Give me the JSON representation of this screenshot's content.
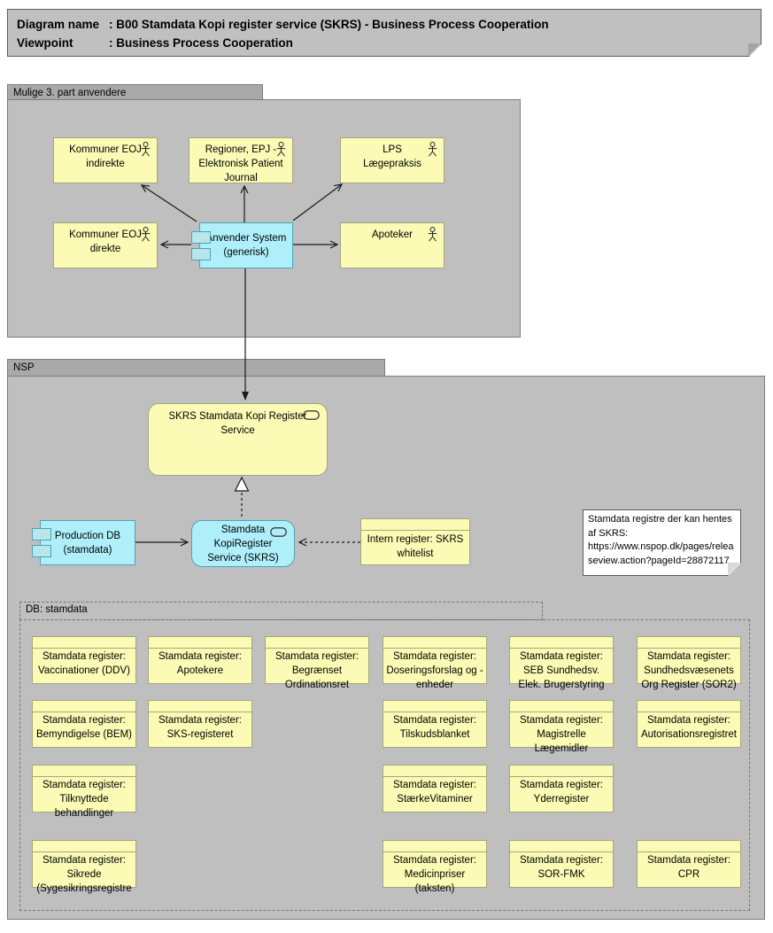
{
  "header": {
    "separator": ":",
    "rows": [
      {
        "label": "Diagram name",
        "value": "B00 Stamdata Kopi register service (SKRS) - Business Process Cooperation"
      },
      {
        "label": "Viewpoint",
        "value": "Business Process Cooperation"
      }
    ]
  },
  "groups": {
    "third_party": "Mulige 3. part anvendere",
    "nsp": "NSP",
    "db": "DB: stamdata"
  },
  "nodes": {
    "kommuner_indirekte": "Kommuner EOJ indirekte",
    "regioner": "Regioner, EPJ - Elektronisk Patient Journal",
    "lps": "LPS Lægepraksis",
    "kommuner_direkte": "Kommuner EOJ direkte",
    "anvender_system": "Anvender System (generisk)",
    "apoteker": "Apoteker",
    "skrs_service": "SKRS Stamdata Kopi Register Service",
    "production_db": "Production DB (stamdata)",
    "kopi_register": "Stamdata KopiRegister Service (SKRS)",
    "intern_register": "Intern register: SKRS whitelist"
  },
  "note": "Stamdata registre der kan hentes af SKRS: https://www.nspop.dk/pages/releaseview.action?pageId=28872117",
  "register_prefix": "Stamdata register:",
  "registers": [
    {
      "name": "Vaccinationer (DDV)",
      "row": 0,
      "col": 0
    },
    {
      "name": "Apotekere",
      "row": 0,
      "col": 1
    },
    {
      "name": "Begrænset Ordinationsret",
      "row": 0,
      "col": 2
    },
    {
      "name": "Doseringsforslag og -enheder",
      "row": 0,
      "col": 3
    },
    {
      "name": "SEB Sundhedsv. Elek. Brugerstyring",
      "row": 0,
      "col": 4
    },
    {
      "name": "Sundhedsvæsenets Org Register (SOR2)",
      "row": 0,
      "col": 5
    },
    {
      "name": "Bemyndigelse (BEM)",
      "row": 1,
      "col": 0
    },
    {
      "name": "SKS-registeret",
      "row": 1,
      "col": 1
    },
    {
      "name": "Tilskudsblanket",
      "row": 1,
      "col": 3
    },
    {
      "name": "Magistrelle Lægemidler",
      "row": 1,
      "col": 4
    },
    {
      "name": "Autorisationsregistret",
      "row": 1,
      "col": 5
    },
    {
      "name": "Tilknyttede behandlinger",
      "row": 2,
      "col": 0
    },
    {
      "name": "StærkeVitaminer",
      "row": 2,
      "col": 3
    },
    {
      "name": "Yderregister",
      "row": 2,
      "col": 4
    },
    {
      "name": "Sikrede (Sygesikringsregistre",
      "row": 3,
      "col": 0
    },
    {
      "name": "Medicinpriser (taksten)",
      "row": 3,
      "col": 3
    },
    {
      "name": "SOR-FMK",
      "row": 3,
      "col": 4
    },
    {
      "name": "CPR",
      "row": 3,
      "col": 5
    }
  ],
  "colors": {
    "business_yellow": "#fbfbb5",
    "application_cyan": "#aeeffa",
    "group_gray": "#bfbfbf",
    "tab_gray": "#a9a9a9",
    "yellow_border": "#a6a67c",
    "cyan_border": "#4da3b8"
  }
}
